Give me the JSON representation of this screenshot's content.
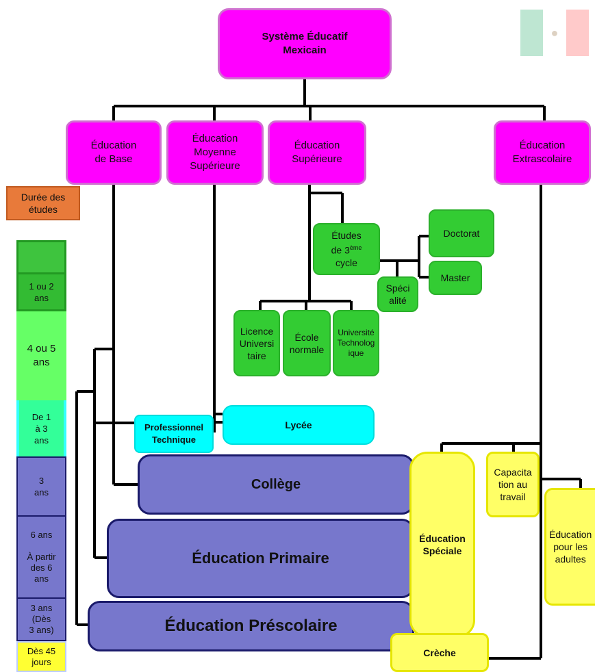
{
  "root": {
    "title": "Système Éducatif\nMexicain"
  },
  "branches": {
    "base": "Éducation\nde Base",
    "moyenne": "Éducation\nMoyenne\nSupérieure",
    "superieure": "Éducation\nSupérieure",
    "extrascolaire": "Éducation\nExtrascolaire"
  },
  "superieur_nodes": {
    "etudes_3e_line1": "Études",
    "etudes_3e_line2a": "de 3",
    "etudes_3e_sup": "ème",
    "etudes_3e_line3": "cycle",
    "doctorat": "Doctorat",
    "master": "Master",
    "specialite": "Spéci\nalité",
    "licence": "Licence\nUniversi\ntaire",
    "ecole_normale": "École\nnormale",
    "universite_tech": "Université\nTechnolog\nique"
  },
  "moyen_nodes": {
    "lycee": "Lycée",
    "professionnel": "Professionnel\nTechnique"
  },
  "base_levels": {
    "college": "Collège",
    "primaire": "Éducation Primaire",
    "prescolaire": "Éducation Préscolaire"
  },
  "extra_nodes": {
    "speciale": "Éducation\nSpéciale",
    "capacitation": "Capacita\ntion au\ntravail",
    "adultes": "Éducation\npour les\nadultes",
    "creche": "Crèche"
  },
  "duration": {
    "header": "Durée des\nétudes",
    "items": [
      "1 ou 2\nans",
      "4 ou 5\nans",
      "De 1\nà 3\nans",
      "3\nans",
      "6 ans\n\nÀ partir\ndes 6\nans",
      "3 ans\n(Dès\n3 ans)",
      "Dès 45\njours"
    ]
  },
  "colors": {
    "pink": "#ff00ff",
    "green": "#33cc33",
    "cyan": "#00ffff",
    "blue": "#7777cc",
    "yellow": "#ffff66",
    "orange": "#e87a3a"
  }
}
